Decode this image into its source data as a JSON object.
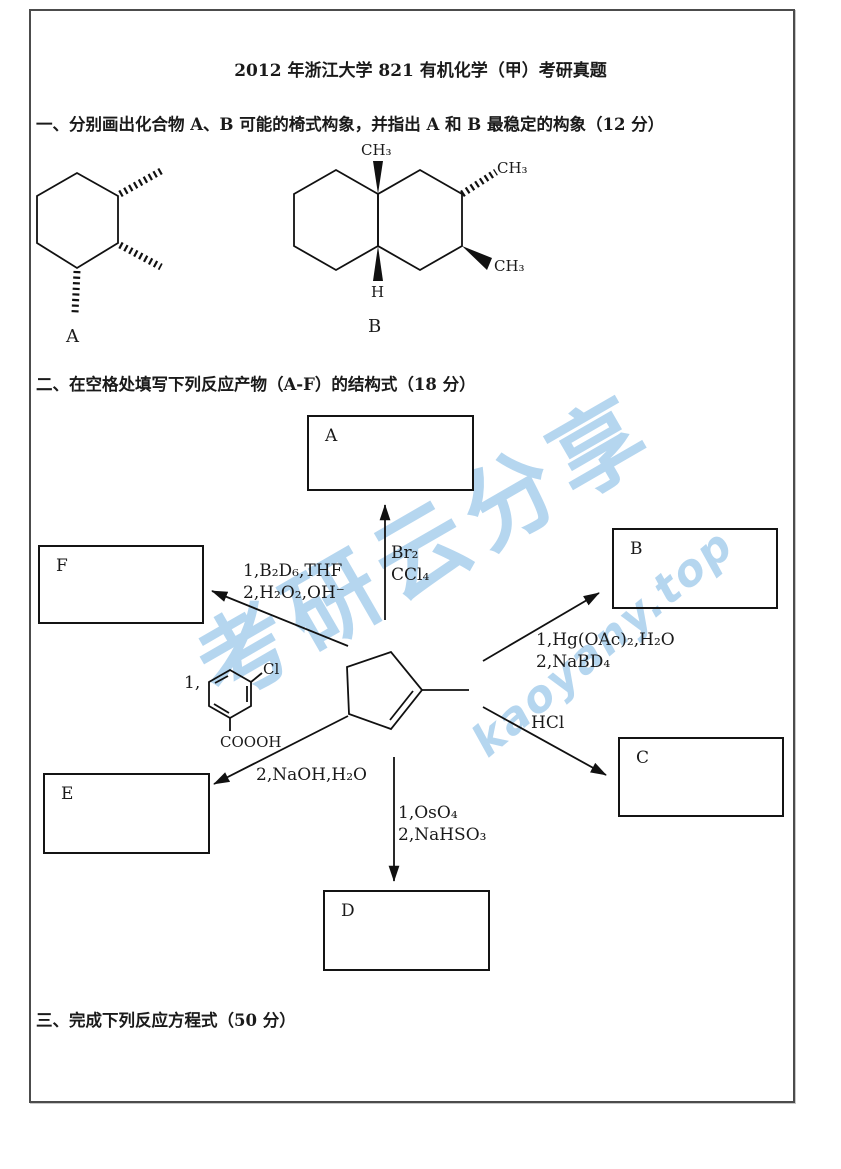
{
  "title": "2012 年浙江大学 821 有机化学（甲）考研真题",
  "questions": {
    "q1": "一、分别画出化合物 A、B 可能的椅式构象，并指出 A 和 B 最稳定的构象（12 分）",
    "q2": "二、在空格处填写下列反应产物（A-F）的结构式（18 分）",
    "q3": "三、完成下列反应方程式（50 分）"
  },
  "compound_labels": {
    "a": "A",
    "b": "B"
  },
  "structure_b_labels": {
    "ch3_top": "CH₃",
    "ch3_upper_right": "CH₃",
    "ch3_lower_right": "CH₃",
    "h_bottom": "H"
  },
  "diagram": {
    "box_labels": {
      "a": "A",
      "b": "B",
      "c": "C",
      "d": "D",
      "e": "E",
      "f": "F"
    },
    "reagents": {
      "to_a": [
        "Br₂",
        "CCl₄"
      ],
      "to_f": [
        "1,B₂D₆,THF",
        "2,H₂O₂,OH⁻"
      ],
      "to_b": [
        "1,Hg(OAc)₂,H₂O",
        "2,NaBD₄"
      ],
      "to_c": "HCl",
      "to_d": [
        "1,OsO₄",
        "2,NaHSO₃"
      ],
      "to_e_step1_prefix": "1,",
      "to_e_step2": "2,NaOH,H₂O",
      "mcpba_cl": "Cl",
      "mcpba_acid": "COOOH"
    }
  },
  "watermark": {
    "cn": "考研云分享",
    "en": "kaoyany.top",
    "color": "#79b5e3"
  }
}
